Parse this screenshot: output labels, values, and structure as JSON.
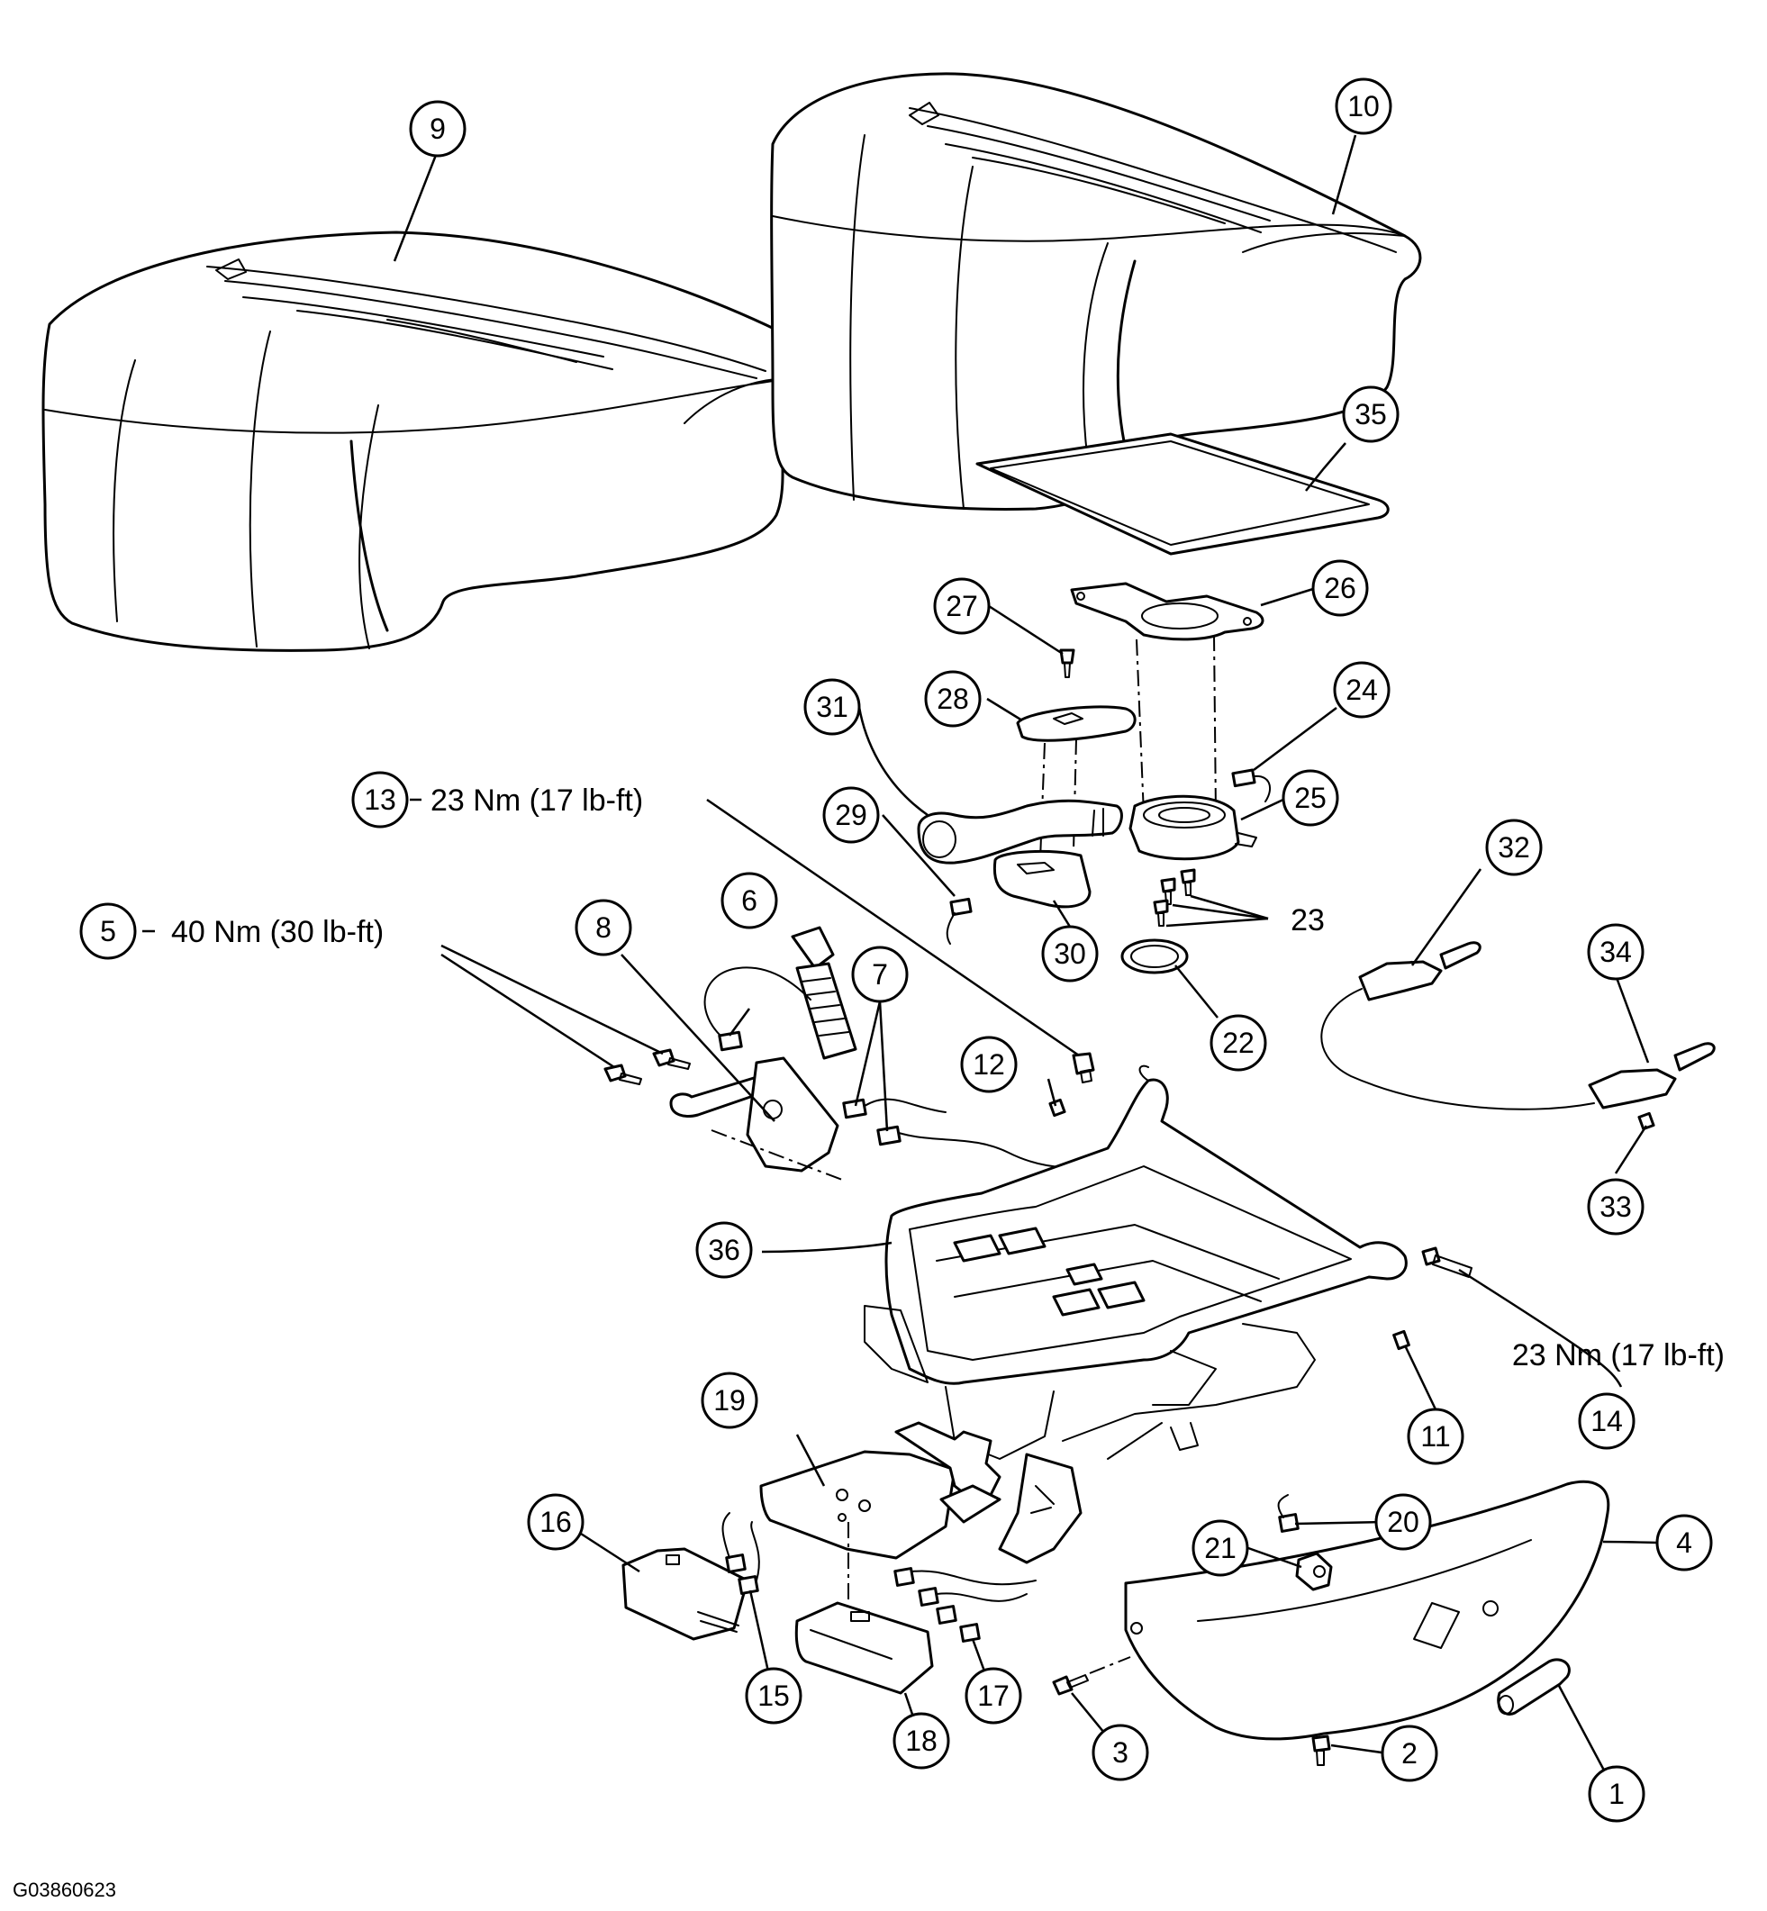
{
  "figure_id": "G03860623",
  "callouts": [
    {
      "id": "c1",
      "label": "1"
    },
    {
      "id": "c2",
      "label": "2"
    },
    {
      "id": "c3",
      "label": "3"
    },
    {
      "id": "c4",
      "label": "4"
    },
    {
      "id": "c5",
      "label": "5"
    },
    {
      "id": "c6",
      "label": "6"
    },
    {
      "id": "c7",
      "label": "7"
    },
    {
      "id": "c8",
      "label": "8"
    },
    {
      "id": "c9",
      "label": "9"
    },
    {
      "id": "c10",
      "label": "10"
    },
    {
      "id": "c11",
      "label": "11"
    },
    {
      "id": "c12",
      "label": "12"
    },
    {
      "id": "c13",
      "label": "13"
    },
    {
      "id": "c14",
      "label": "14"
    },
    {
      "id": "c15",
      "label": "15"
    },
    {
      "id": "c16",
      "label": "16"
    },
    {
      "id": "c17",
      "label": "17"
    },
    {
      "id": "c18",
      "label": "18"
    },
    {
      "id": "c19",
      "label": "19"
    },
    {
      "id": "c20",
      "label": "20"
    },
    {
      "id": "c21",
      "label": "21"
    },
    {
      "id": "c22",
      "label": "22"
    },
    {
      "id": "c23",
      "label": "23"
    },
    {
      "id": "c24",
      "label": "24"
    },
    {
      "id": "c25",
      "label": "25"
    },
    {
      "id": "c26",
      "label": "26"
    },
    {
      "id": "c27",
      "label": "27"
    },
    {
      "id": "c28",
      "label": "28"
    },
    {
      "id": "c29",
      "label": "29"
    },
    {
      "id": "c30",
      "label": "30"
    },
    {
      "id": "c31",
      "label": "31"
    },
    {
      "id": "c32",
      "label": "32"
    },
    {
      "id": "c33",
      "label": "33"
    },
    {
      "id": "c34",
      "label": "34"
    },
    {
      "id": "c35",
      "label": "35"
    },
    {
      "id": "c36",
      "label": "36"
    }
  ],
  "torque_specs": {
    "t5": "40 Nm (30 lb-ft)",
    "t13": "23 Nm (17 lb-ft)",
    "t14": "23 Nm (17 lb-ft)"
  }
}
